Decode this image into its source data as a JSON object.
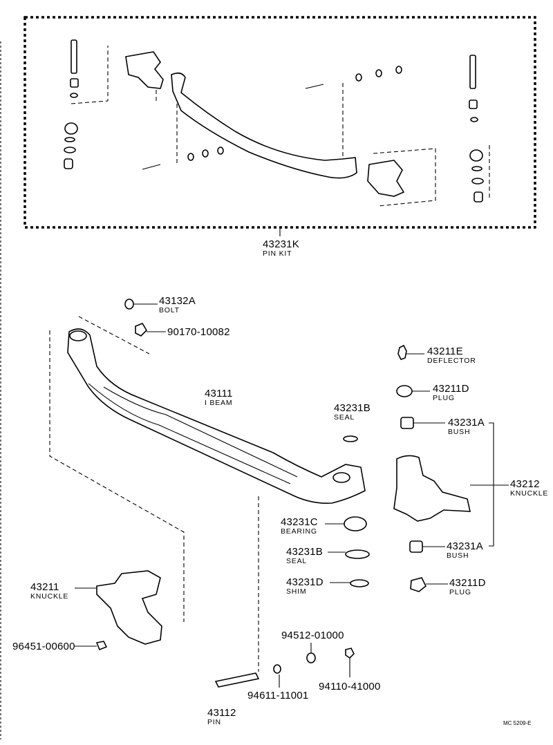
{
  "pin_kit": {
    "number": "43231K",
    "name": "PIN KIT"
  },
  "parts": [
    {
      "key": "bolt",
      "number": "43132A",
      "name": "BOLT"
    },
    {
      "key": "nut",
      "number": "90170-10082",
      "name": ""
    },
    {
      "key": "ibeam",
      "number": "43111",
      "name": "I BEAM"
    },
    {
      "key": "deflector",
      "number": "43211E",
      "name": "DEFLECTOR"
    },
    {
      "key": "plug_top",
      "number": "43211D",
      "name": "PLUG"
    },
    {
      "key": "seal_top",
      "number": "43231B",
      "name": "SEAL"
    },
    {
      "key": "bush_top",
      "number": "43231A",
      "name": "BUSH"
    },
    {
      "key": "knuckle_right",
      "number": "43212",
      "name": "KNUCKLE"
    },
    {
      "key": "bearing",
      "number": "43231C",
      "name": "BEARING"
    },
    {
      "key": "seal_mid",
      "number": "43231B",
      "name": "SEAL"
    },
    {
      "key": "bush_bottom",
      "number": "43231A",
      "name": "BUSH"
    },
    {
      "key": "shim",
      "number": "43231D",
      "name": "SHIM"
    },
    {
      "key": "plug_bottom",
      "number": "43211D",
      "name": "PLUG"
    },
    {
      "key": "knuckle_left",
      "number": "43211",
      "name": "KNUCKLE"
    },
    {
      "key": "grease_fitting",
      "number": "96451-00600",
      "name": ""
    },
    {
      "key": "washer_a",
      "number": "94512-01000",
      "name": ""
    },
    {
      "key": "washer_b",
      "number": "94611-11001",
      "name": ""
    },
    {
      "key": "nut_b",
      "number": "94110-41000",
      "name": ""
    },
    {
      "key": "pin",
      "number": "43112",
      "name": "PIN"
    }
  ],
  "footer_code": "MC 5209-E"
}
